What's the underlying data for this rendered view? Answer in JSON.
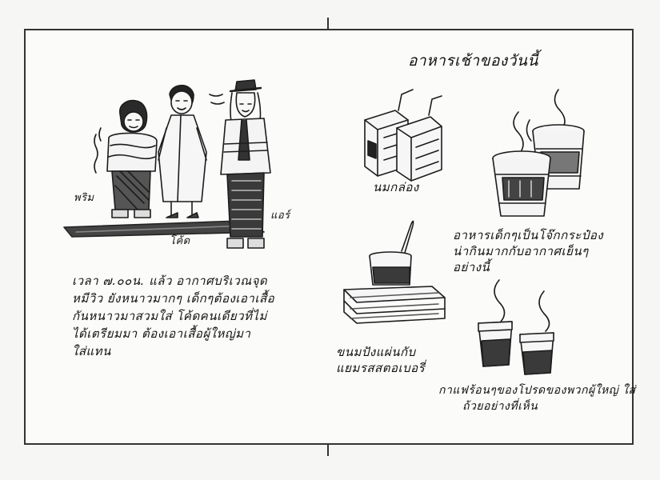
{
  "heading": "อาหารเช้าของวันนี้",
  "characters": {
    "prim": "พริม",
    "kode": "โค้ด",
    "air": "แอร์"
  },
  "story": [
    "เวลา ๗.๐๐น. แล้ว  อากาศบริเวณจุด",
    "หมีวิว ยังหนาวมากๆ  เด็กๆต้องเอาเสื้อ",
    "กันหนาวมาสวมใส่  โค้ดคนเดียวที่ไม่",
    "ได้เตรียมมา  ต้องเอาเสื้อผู้ใหญ่มา",
    "ใส่แทน"
  ],
  "captions": {
    "milk_box": "นมกล่อง",
    "cup_food": [
      "อาหารเด็กๆเป็นโจ๊กกระป๋อง",
      "น่ากินมากกับอากาศเย็นๆ",
      "อย่างนี้"
    ],
    "bread": [
      "ขนมปังแผ่นกับ",
      "แยมรสสตอเบอรี่"
    ],
    "coffee": [
      "กาแฟร้อนๆของโปรดของพวกผู้ใหญ่ ใส่",
      "ถ้วยอย่างที่เห็น"
    ]
  }
}
